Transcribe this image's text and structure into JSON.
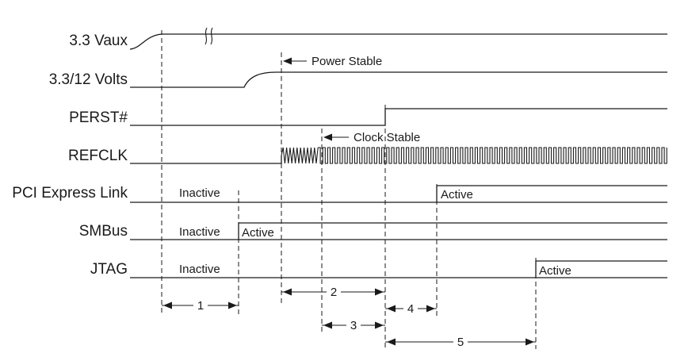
{
  "signals": {
    "vaux": "3.3 Vaux",
    "volts": "3.3/12 Volts",
    "perst": "PERST#",
    "refclk": "REFCLK",
    "pcie_link": "PCI Express Link",
    "smbus": "SMBus",
    "jtag": "JTAG"
  },
  "states": {
    "pcie_link_inactive": "Inactive",
    "pcie_link_active": "Active",
    "smbus_inactive": "Inactive",
    "smbus_active": "Active",
    "jtag_inactive": "Inactive",
    "jtag_active": "Active"
  },
  "annotations": {
    "power_stable": "Power Stable",
    "clock_stable": "Clock Stable"
  },
  "intervals": [
    "1",
    "2",
    "3",
    "4",
    "5"
  ]
}
